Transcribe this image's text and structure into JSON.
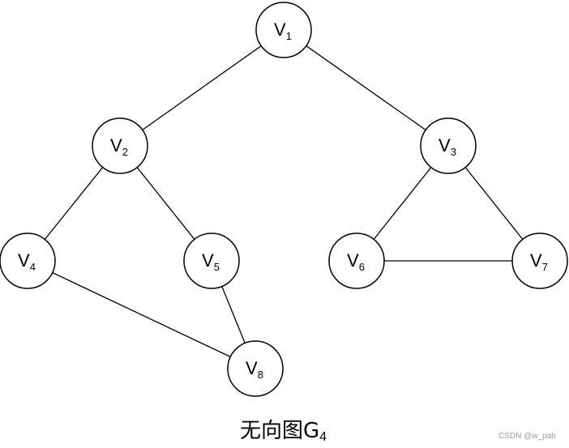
{
  "nodes": [
    {
      "id": "v1",
      "letter": "V",
      "sub": "1"
    },
    {
      "id": "v2",
      "letter": "V",
      "sub": "2"
    },
    {
      "id": "v3",
      "letter": "V",
      "sub": "3"
    },
    {
      "id": "v4",
      "letter": "V",
      "sub": "4"
    },
    {
      "id": "v5",
      "letter": "V",
      "sub": "5"
    },
    {
      "id": "v6",
      "letter": "V",
      "sub": "6"
    },
    {
      "id": "v7",
      "letter": "V",
      "sub": "7"
    },
    {
      "id": "v8",
      "letter": "V",
      "sub": "8"
    }
  ],
  "edges": [
    [
      "v1",
      "v2"
    ],
    [
      "v1",
      "v3"
    ],
    [
      "v2",
      "v4"
    ],
    [
      "v2",
      "v5"
    ],
    [
      "v3",
      "v6"
    ],
    [
      "v3",
      "v7"
    ],
    [
      "v4",
      "v8"
    ],
    [
      "v5",
      "v8"
    ],
    [
      "v6",
      "v7"
    ]
  ],
  "caption": {
    "main": "无向图G",
    "sub": "4"
  },
  "watermark": "CSDN @w_pab"
}
